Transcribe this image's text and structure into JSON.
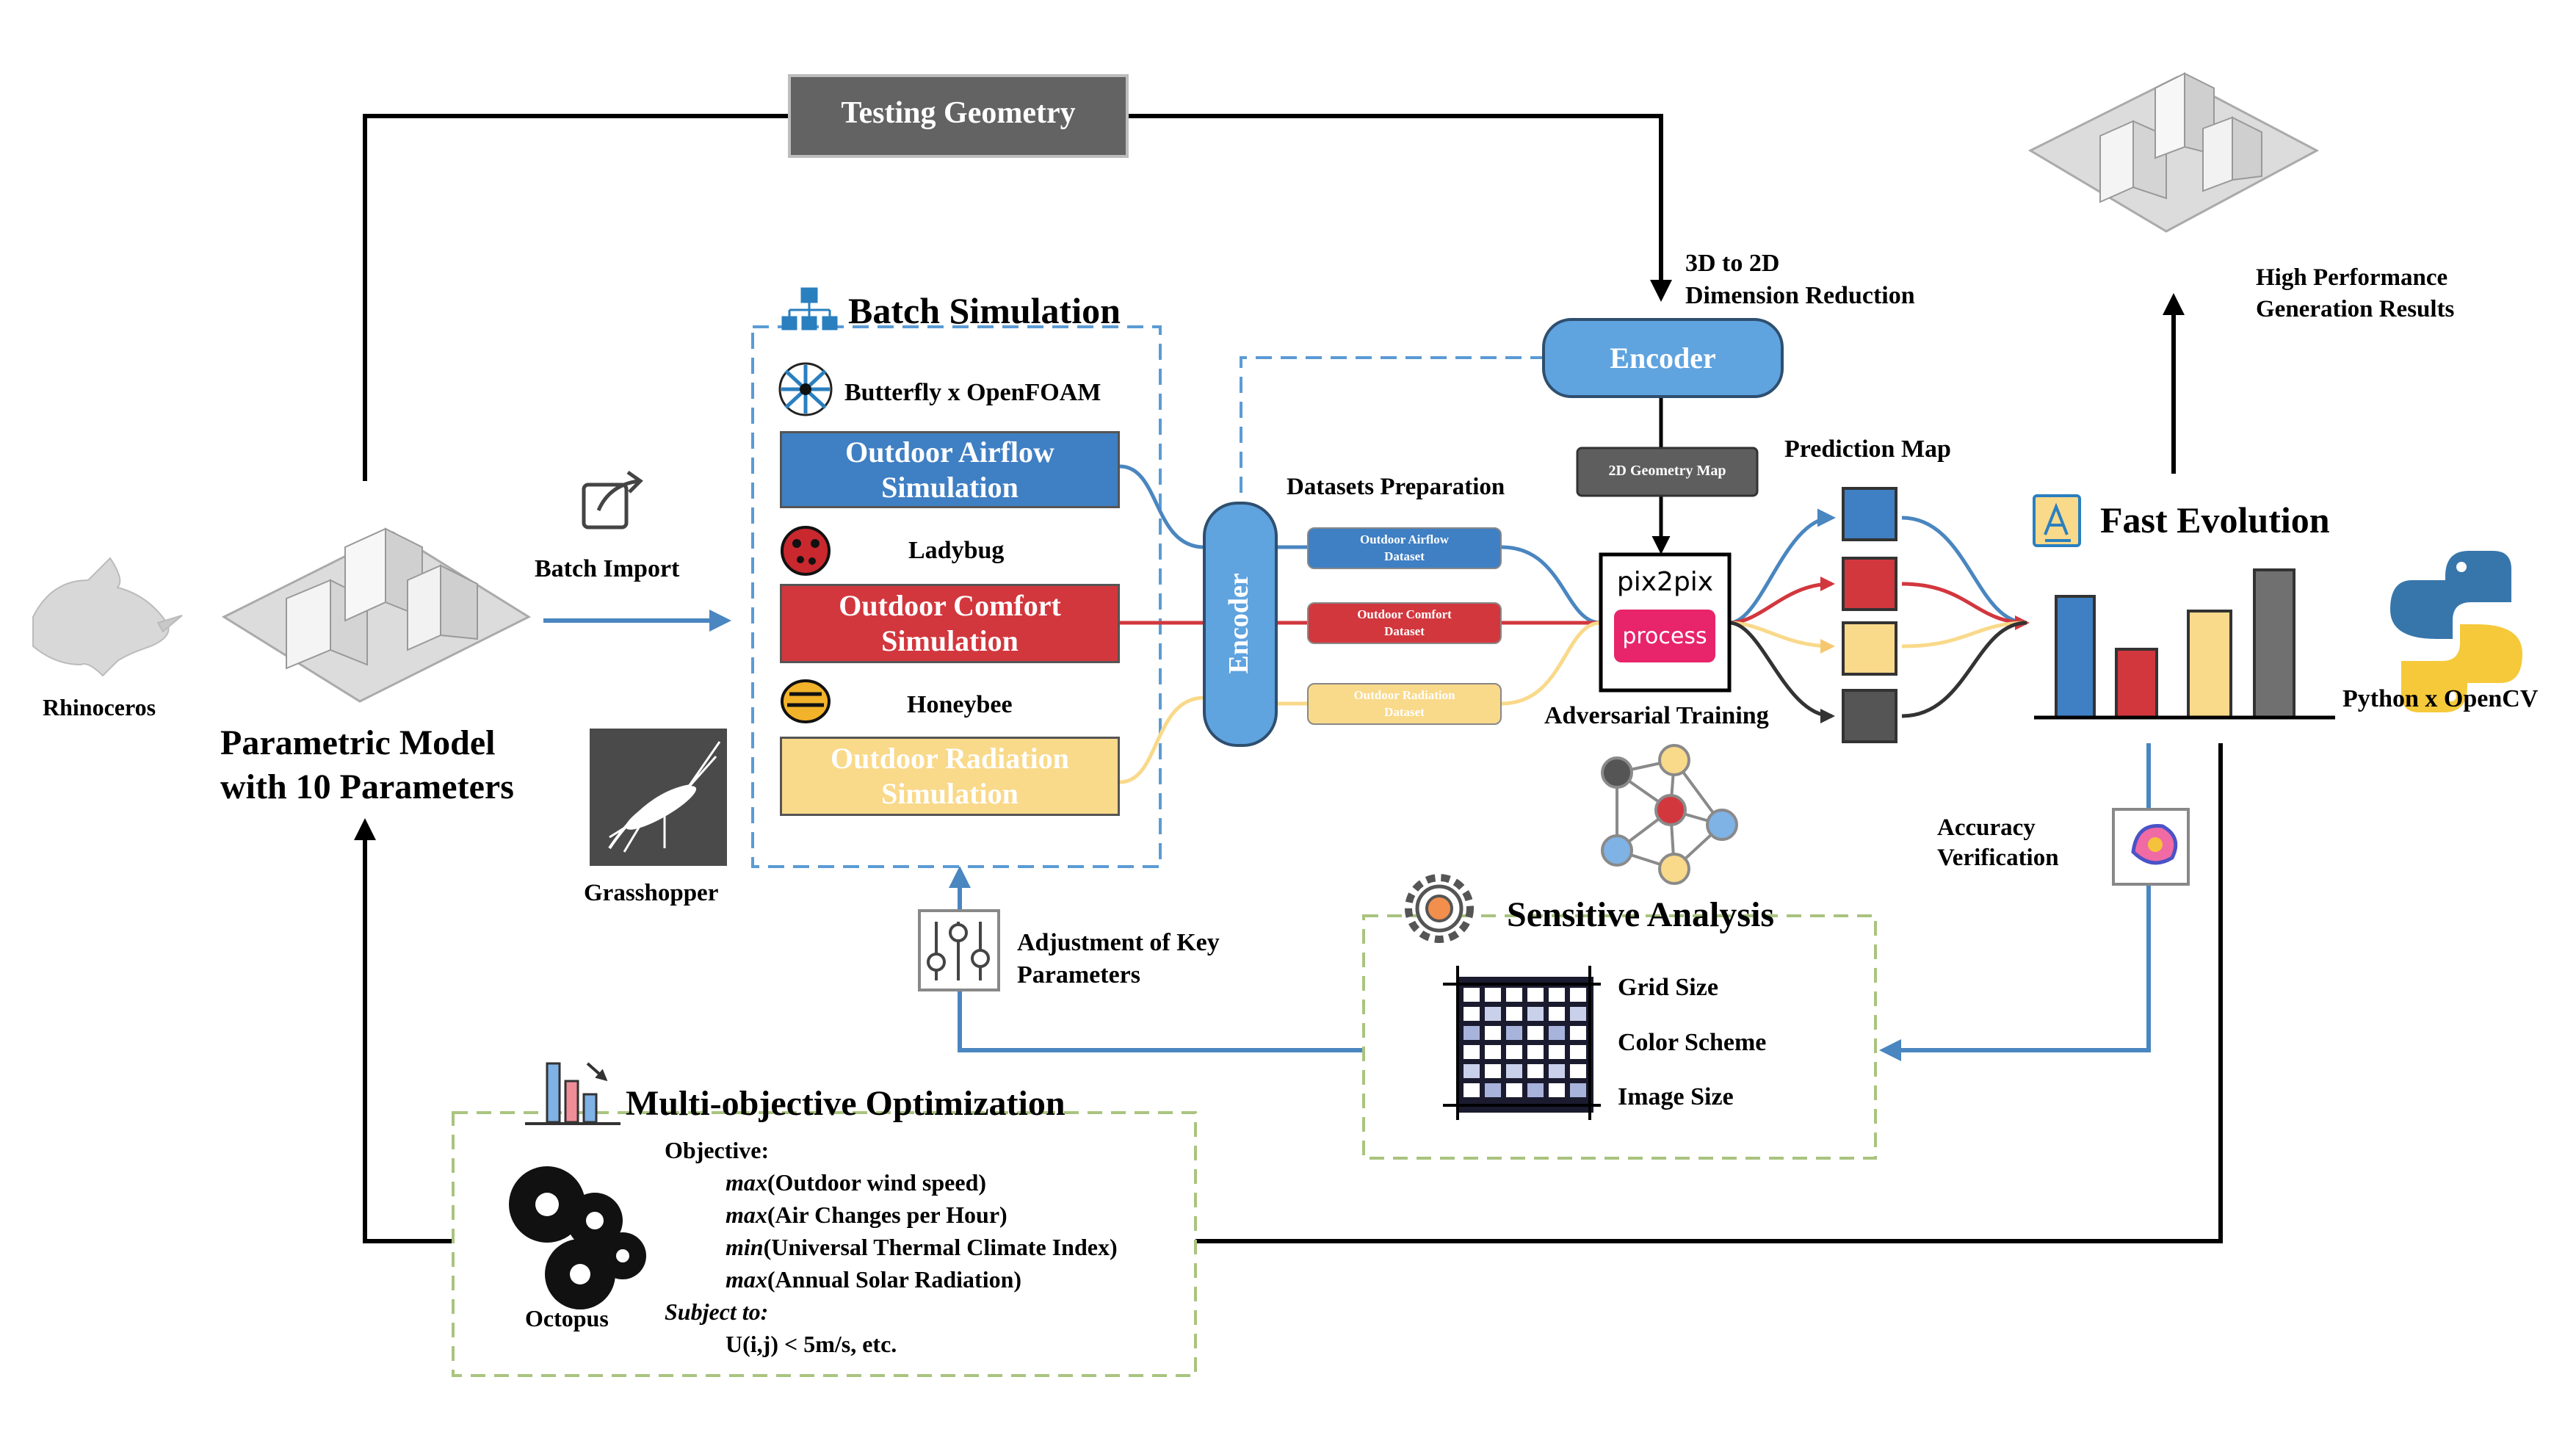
{
  "testing_geometry": "Testing Geometry",
  "rhinoceros": "Rhinoceros",
  "parametric_model": [
    "Parametric Model",
    "with 10 Parameters"
  ],
  "batch_import": "Batch Import",
  "grasshopper": "Grasshopper",
  "batch_simulation": {
    "title": "Batch Simulation",
    "tools": [
      "Butterfly x OpenFOAM",
      "Ladybug",
      "Honeybee"
    ],
    "simulations": [
      {
        "lines": [
          "Outdoor Airflow",
          "Simulation"
        ],
        "color": "#3f7fc3",
        "text": "#ffffff"
      },
      {
        "lines": [
          "Outdoor Comfort",
          "Simulation"
        ],
        "color": "#d2373e",
        "text": "#ffffff"
      },
      {
        "lines": [
          "Outdoor Radiation",
          "Simulation"
        ],
        "color": "#f9d98a",
        "text": "#ffffff"
      }
    ]
  },
  "encoder_left": "Encoder",
  "datasets_preparation": "Datasets Preparation",
  "datasets": [
    {
      "lines": [
        "Outdoor Airflow",
        "Dataset"
      ],
      "color": "#3f7fc3",
      "text": "#ffffff"
    },
    {
      "lines": [
        "Outdoor Comfort",
        "Dataset"
      ],
      "color": "#d2373e",
      "text": "#ffffff"
    },
    {
      "lines": [
        "Outdoor Radiation",
        "Dataset"
      ],
      "color": "#f9d98a",
      "text": "#ffffff"
    }
  ],
  "dimension_reduction": [
    "3D to 2D",
    "Dimension Reduction"
  ],
  "encoder_top": "Encoder",
  "geometry_map": "2D Geometry Map",
  "pix2pix": "pix2pix",
  "process": "process",
  "adversarial_training": "Adversarial Training",
  "prediction_map": "Prediction Map",
  "fast_evolution": "Fast Evolution",
  "high_performance": [
    "High Performance",
    "Generation Results"
  ],
  "python_opencv": "Python x OpenCV",
  "accuracy_verification": [
    "Accuracy",
    "Verification"
  ],
  "sensitive_analysis": {
    "title": "Sensitive Analysis",
    "items": [
      "Grid Size",
      "Color Scheme",
      "Image Size"
    ]
  },
  "adjustment": [
    "Adjustment of Key",
    "Parameters"
  ],
  "multi_objective": {
    "title": "Multi-objective Optimization",
    "octopus": "Octopus",
    "objective_label": "Objective:",
    "objectives": [
      {
        "fn": "max",
        "text": "(Outdoor wind speed)"
      },
      {
        "fn": "max",
        "text": "(Air Changes per Hour)"
      },
      {
        "fn": "min",
        "text": "(Universal Thermal Climate Index)"
      },
      {
        "fn": "max",
        "text": "(Annual Solar Radiation)"
      }
    ],
    "subject_label": "Subject to:",
    "constraint": "U(i,j) < 5m/s, etc."
  },
  "colors": {
    "blue": "#3f7fc3",
    "red": "#d2373e",
    "yellow": "#f9d98a",
    "dark": "#555555",
    "line_blue": "#4a86c0",
    "dash_blue": "#5b9bd5",
    "dash_green": "#a9c47f"
  }
}
